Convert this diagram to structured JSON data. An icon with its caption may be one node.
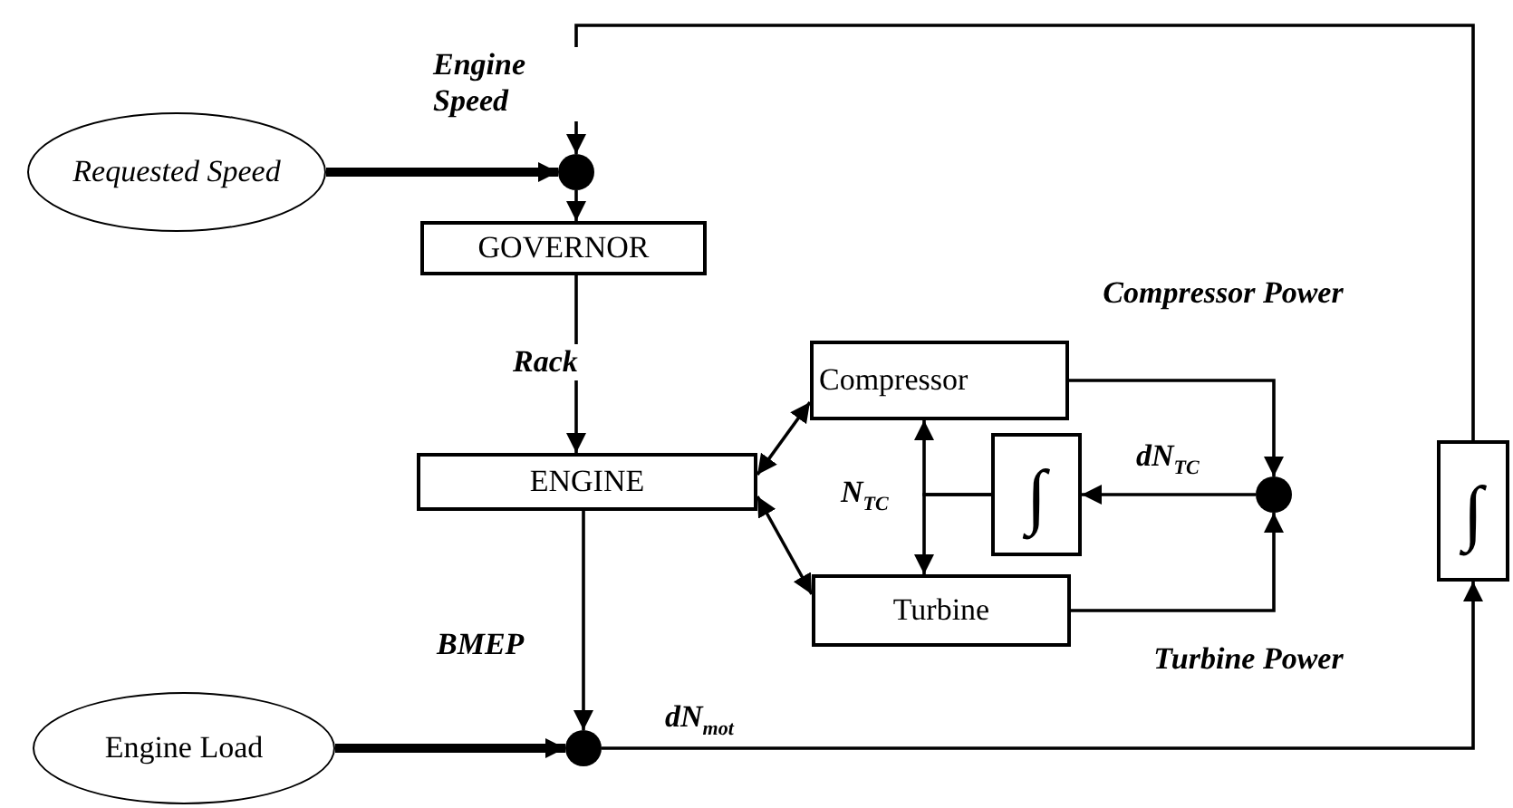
{
  "diagram": {
    "nodes": [
      {
        "text": [
          "Requested Speed"
        ]
      },
      {
        "text": [],
        "shape": "circle"
      },
      {
        "text": [
          "GOVERNOR"
        ]
      },
      {
        "text": [
          "ENGINE"
        ]
      },
      {
        "text": [
          "Compressor"
        ]
      },
      {
        "text": [
          "Turbine"
        ]
      },
      {
        "text": [
          "∫"
        ]
      },
      {
        "text": [],
        "shape": "circle"
      },
      {
        "text": [
          "∫"
        ]
      },
      {
        "text": [
          "Engine Load"
        ]
      },
      {
        "text": [],
        "shape": "circle"
      }
    ],
    "edges": [
      {
        "from": 8,
        "to": 1,
        "arrow": "to",
        "label": "Engine Speed"
      },
      {
        "from": 0,
        "to": 1,
        "arrow": "to",
        "style": "thick"
      },
      {
        "from": 1,
        "to": 2,
        "arrow": "to"
      },
      {
        "from": 2,
        "to": 3,
        "arrow": "to",
        "label": "Rack"
      },
      {
        "from": 3,
        "to": 4,
        "arrow": "both"
      },
      {
        "from": 3,
        "to": 5,
        "arrow": "both"
      },
      {
        "from": 4,
        "to": 7,
        "arrow": "to",
        "label": "Compressor Power"
      },
      {
        "from": 5,
        "to": 7,
        "arrow": "to",
        "label": "Turbine Power"
      },
      {
        "from": 7,
        "to": 6,
        "arrow": "to",
        "label": "dN$_{TC}$"
      },
      {
        "from": 6,
        "to": 4,
        "arrow": "to",
        "label": "N$_{TC}$"
      },
      {
        "from": 6,
        "to": 5,
        "arrow": "to"
      },
      {
        "from": 9,
        "to": 10,
        "arrow": "to",
        "style": "thick"
      },
      {
        "from": 3,
        "to": 10,
        "arrow": "to",
        "label": "BMEP"
      },
      {
        "from": 10,
        "to": 8,
        "arrow": "to",
        "label": "dN$_{mot}$"
      }
    ]
  }
}
